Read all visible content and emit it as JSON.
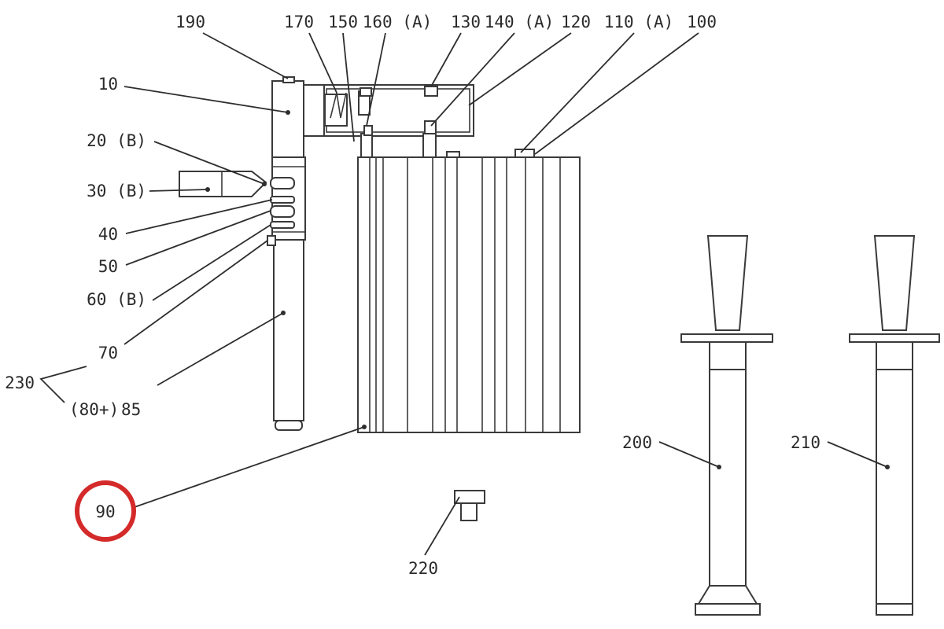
{
  "diagram": {
    "labels": {
      "p10": "10",
      "p20": "20 (B)",
      "p30": "30 (B)",
      "p40": "40",
      "p50": "50",
      "p60": "60 (B)",
      "p70": "70",
      "p80": "(80+)",
      "p85": "85",
      "p90": "90",
      "p100": "100",
      "p110": "110 (A)",
      "p120": "120",
      "p130": "130",
      "p140": "140 (A)",
      "p150": "150",
      "p160": "160 (A)",
      "p170": "170",
      "p190": "190",
      "p200": "200",
      "p210": "210",
      "p220": "220",
      "p230": "230"
    },
    "highlight": {
      "label": "90",
      "color": "#d42a2a"
    }
  }
}
